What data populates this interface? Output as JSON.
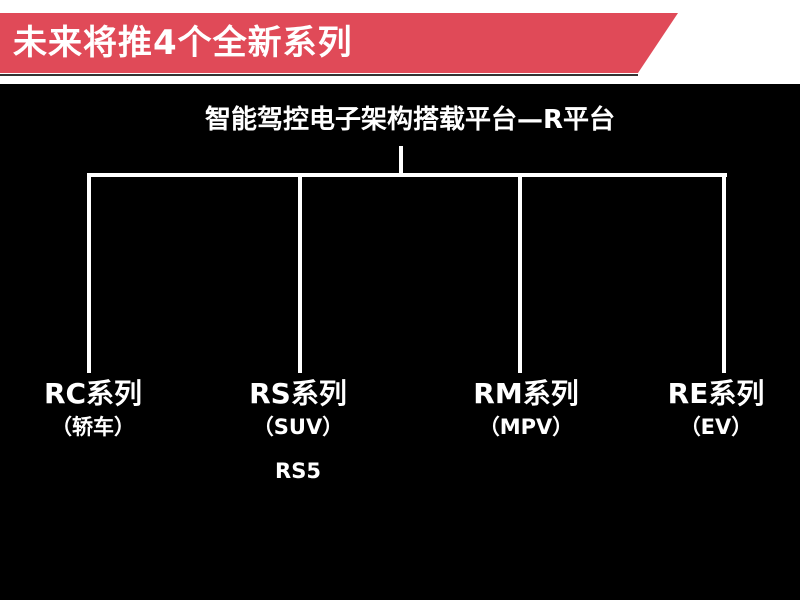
{
  "header": {
    "title": "未来将推4个全新系列"
  },
  "diagram": {
    "root": "智能驾控电子架构搭载平台—R平台",
    "children": [
      {
        "name": "RC系列",
        "type": "（轿车）"
      },
      {
        "name": "RS系列",
        "type": "（SUV）",
        "model": "RS5"
      },
      {
        "name": "RM系列",
        "type": "（MPV）"
      },
      {
        "name": "RE系列",
        "type": "（EV）"
      }
    ]
  },
  "colors": {
    "banner": "#e04a58",
    "panel": "#000000",
    "lines": "#ffffff",
    "text": "#ffffff"
  }
}
